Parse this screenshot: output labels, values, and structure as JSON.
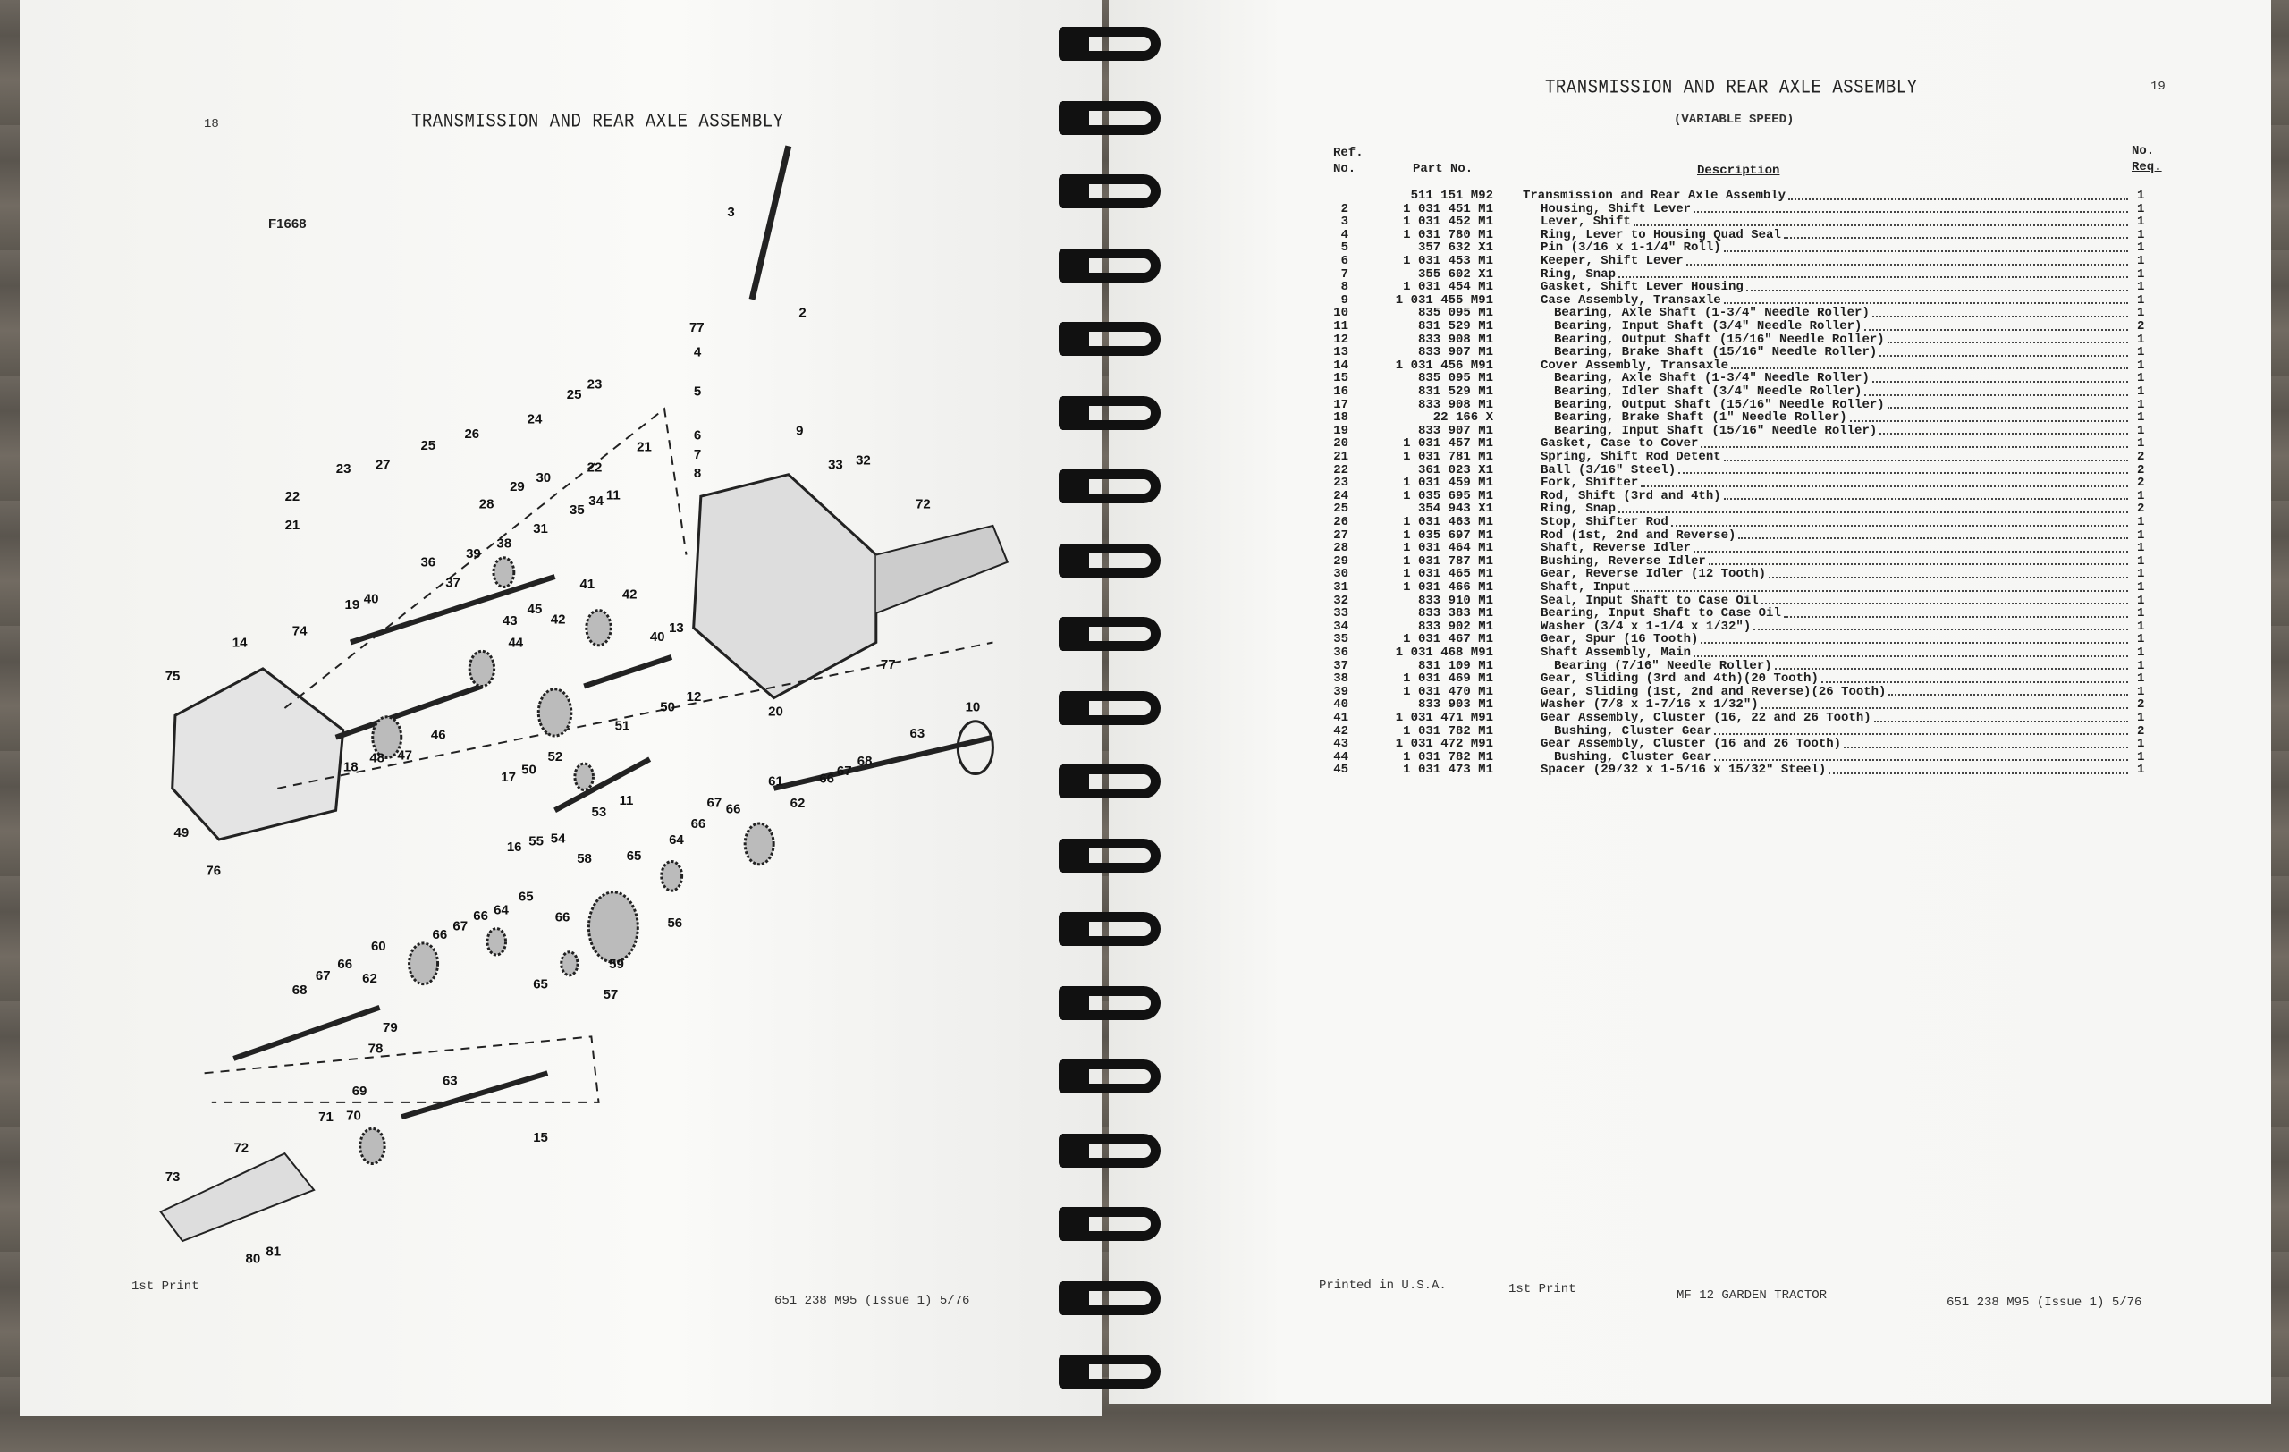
{
  "left_page": {
    "page_number": "18",
    "title": "TRANSMISSION AND REAR AXLE ASSEMBLY",
    "figure_id": "F1668",
    "footer_print": "1st Print",
    "footer_code": "651 238 M95 (Issue 1) 5/76",
    "callouts": [
      "3",
      "2",
      "77",
      "4",
      "5",
      "6",
      "7",
      "8",
      "9",
      "33",
      "32",
      "72",
      "77",
      "20",
      "10",
      "63",
      "25",
      "23",
      "24",
      "26",
      "25",
      "27",
      "23",
      "22",
      "21",
      "22",
      "21",
      "28",
      "29",
      "30",
      "31",
      "35",
      "34",
      "11",
      "36",
      "37",
      "39",
      "38",
      "19",
      "40",
      "41",
      "42",
      "45",
      "43",
      "44",
      "42",
      "40",
      "13",
      "14",
      "74",
      "75",
      "46",
      "47",
      "48",
      "18",
      "51",
      "50",
      "12",
      "17",
      "50",
      "52",
      "53",
      "11",
      "49",
      "76",
      "16",
      "55",
      "54",
      "58",
      "61",
      "62",
      "66",
      "67",
      "68",
      "65",
      "64",
      "66",
      "67",
      "66",
      "65",
      "66",
      "56",
      "59",
      "57",
      "60",
      "66",
      "67",
      "64",
      "66",
      "67",
      "66",
      "62",
      "65",
      "68",
      "78",
      "79",
      "71",
      "70",
      "69",
      "63",
      "15",
      "72",
      "73",
      "80",
      "81"
    ]
  },
  "right_page": {
    "page_number": "19",
    "title": "TRANSMISSION AND REAR AXLE ASSEMBLY",
    "subtitle": "(VARIABLE SPEED)",
    "headers": {
      "ref_line1": "Ref.",
      "ref_line2": "No.",
      "part": "Part No.",
      "description": "Description",
      "req_line1": "No.",
      "req_line2": "Req."
    },
    "rows": [
      {
        "ref": "",
        "part": "511 151 M92",
        "desc": "Transmission and Rear Axle Assembly",
        "indent": 0,
        "qty": "1"
      },
      {
        "ref": "2",
        "part": "1 031 451 M1",
        "desc": "Housing, Shift Lever",
        "indent": 1,
        "qty": "1"
      },
      {
        "ref": "3",
        "part": "1 031 452 M1",
        "desc": "Lever, Shift",
        "indent": 1,
        "qty": "1"
      },
      {
        "ref": "4",
        "part": "1 031 780 M1",
        "desc": "Ring, Lever to Housing Quad Seal",
        "indent": 1,
        "qty": "1"
      },
      {
        "ref": "5",
        "part": "357 632 X1",
        "desc": "Pin (3/16 x 1-1/4\" Roll)",
        "indent": 1,
        "qty": "1"
      },
      {
        "ref": "6",
        "part": "1 031 453 M1",
        "desc": "Keeper, Shift Lever",
        "indent": 1,
        "qty": "1"
      },
      {
        "ref": "7",
        "part": "355 602 X1",
        "desc": "Ring, Snap",
        "indent": 1,
        "qty": "1"
      },
      {
        "ref": "8",
        "part": "1 031 454 M1",
        "desc": "Gasket, Shift Lever Housing",
        "indent": 1,
        "qty": "1"
      },
      {
        "ref": "9",
        "part": "1 031 455 M91",
        "desc": "Case Assembly, Transaxle",
        "indent": 1,
        "qty": "1"
      },
      {
        "ref": "10",
        "part": "835 095 M1",
        "desc": "Bearing, Axle Shaft (1-3/4\" Needle Roller)",
        "indent": 2,
        "qty": "1"
      },
      {
        "ref": "11",
        "part": "831 529 M1",
        "desc": "Bearing, Input Shaft (3/4\" Needle Roller)",
        "indent": 2,
        "qty": "2"
      },
      {
        "ref": "12",
        "part": "833 908 M1",
        "desc": "Bearing, Output Shaft (15/16\" Needle Roller)",
        "indent": 2,
        "qty": "1"
      },
      {
        "ref": "13",
        "part": "833 907 M1",
        "desc": "Bearing, Brake Shaft (15/16\" Needle Roller)",
        "indent": 2,
        "qty": "1"
      },
      {
        "ref": "14",
        "part": "1 031 456 M91",
        "desc": "Cover Assembly, Transaxle",
        "indent": 1,
        "qty": "1"
      },
      {
        "ref": "15",
        "part": "835 095 M1",
        "desc": "Bearing, Axle Shaft (1-3/4\" Needle Roller)",
        "indent": 2,
        "qty": "1"
      },
      {
        "ref": "16",
        "part": "831 529 M1",
        "desc": "Bearing, Idler Shaft (3/4\" Needle Roller)",
        "indent": 2,
        "qty": "1"
      },
      {
        "ref": "17",
        "part": "833 908 M1",
        "desc": "Bearing, Output Shaft (15/16\" Needle Roller)",
        "indent": 2,
        "qty": "1"
      },
      {
        "ref": "18",
        "part": "22 166 X",
        "desc": "Bearing, Brake Shaft (1\" Needle Roller)",
        "indent": 2,
        "qty": "1"
      },
      {
        "ref": "19",
        "part": "833 907 M1",
        "desc": "Bearing, Input Shaft (15/16\" Needle Roller)",
        "indent": 2,
        "qty": "1"
      },
      {
        "ref": "20",
        "part": "1 031 457 M1",
        "desc": "Gasket, Case to Cover",
        "indent": 1,
        "qty": "1"
      },
      {
        "ref": "21",
        "part": "1 031 781 M1",
        "desc": "Spring, Shift Rod Detent",
        "indent": 1,
        "qty": "2"
      },
      {
        "ref": "22",
        "part": "361 023 X1",
        "desc": "Ball (3/16\" Steel)",
        "indent": 1,
        "qty": "2"
      },
      {
        "ref": "23",
        "part": "1 031 459 M1",
        "desc": "Fork, Shifter",
        "indent": 1,
        "qty": "2"
      },
      {
        "ref": "24",
        "part": "1 035 695 M1",
        "desc": "Rod, Shift (3rd and 4th)",
        "indent": 1,
        "qty": "1"
      },
      {
        "ref": "25",
        "part": "354 943 X1",
        "desc": "Ring, Snap",
        "indent": 1,
        "qty": "2"
      },
      {
        "ref": "26",
        "part": "1 031 463 M1",
        "desc": "Stop, Shifter Rod",
        "indent": 1,
        "qty": "1"
      },
      {
        "ref": "27",
        "part": "1 035 697 M1",
        "desc": "Rod (1st, 2nd and Reverse)",
        "indent": 1,
        "qty": "1"
      },
      {
        "ref": "28",
        "part": "1 031 464 M1",
        "desc": "Shaft, Reverse Idler",
        "indent": 1,
        "qty": "1"
      },
      {
        "ref": "29",
        "part": "1 031 787 M1",
        "desc": "Bushing, Reverse Idler",
        "indent": 1,
        "qty": "1"
      },
      {
        "ref": "30",
        "part": "1 031 465 M1",
        "desc": "Gear, Reverse Idler (12 Tooth)",
        "indent": 1,
        "qty": "1"
      },
      {
        "ref": "31",
        "part": "1 031 466 M1",
        "desc": "Shaft, Input",
        "indent": 1,
        "qty": "1"
      },
      {
        "ref": "32",
        "part": "833 910 M1",
        "desc": "Seal, Input Shaft to Case Oil",
        "indent": 1,
        "qty": "1"
      },
      {
        "ref": "33",
        "part": "833 383 M1",
        "desc": "Bearing, Input Shaft to Case Oil",
        "indent": 1,
        "qty": "1"
      },
      {
        "ref": "34",
        "part": "833 902 M1",
        "desc": "Washer (3/4 x 1-1/4 x 1/32\")",
        "indent": 1,
        "qty": "1"
      },
      {
        "ref": "35",
        "part": "1 031 467 M1",
        "desc": "Gear, Spur (16 Tooth)",
        "indent": 1,
        "qty": "1"
      },
      {
        "ref": "36",
        "part": "1 031 468 M91",
        "desc": "Shaft Assembly, Main",
        "indent": 1,
        "qty": "1"
      },
      {
        "ref": "37",
        "part": "831 109 M1",
        "desc": "Bearing (7/16\" Needle Roller)",
        "indent": 2,
        "qty": "1"
      },
      {
        "ref": "38",
        "part": "1 031 469 M1",
        "desc": "Gear, Sliding (3rd and 4th)(20 Tooth)",
        "indent": 1,
        "qty": "1"
      },
      {
        "ref": "39",
        "part": "1 031 470 M1",
        "desc": "Gear, Sliding (1st, 2nd and Reverse)(26 Tooth)",
        "indent": 1,
        "qty": "1"
      },
      {
        "ref": "40",
        "part": "833 903 M1",
        "desc": "Washer (7/8 x 1-7/16 x 1/32\")",
        "indent": 1,
        "qty": "2"
      },
      {
        "ref": "41",
        "part": "1 031 471 M91",
        "desc": "Gear Assembly, Cluster (16, 22 and 26 Tooth)",
        "indent": 1,
        "qty": "1"
      },
      {
        "ref": "42",
        "part": "1 031 782 M1",
        "desc": "Bushing, Cluster Gear",
        "indent": 2,
        "qty": "2"
      },
      {
        "ref": "43",
        "part": "1 031 472 M91",
        "desc": "Gear Assembly, Cluster (16 and 26 Tooth)",
        "indent": 1,
        "qty": "1"
      },
      {
        "ref": "44",
        "part": "1 031 782 M1",
        "desc": "Bushing, Cluster Gear",
        "indent": 2,
        "qty": "1"
      },
      {
        "ref": "45",
        "part": "1 031 473 M1",
        "desc": "Spacer (29/32 x 1-5/16 x 15/32\" Steel)",
        "indent": 1,
        "qty": "1"
      }
    ],
    "footer": {
      "printed": "Printed in U.S.A.",
      "print": "1st Print",
      "model": "MF 12 GARDEN TRACTOR",
      "code": "651 238 M95 (Issue 1) 5/76"
    }
  },
  "colors": {
    "paper": "#f7f7f5",
    "ink": "#1e1e1e",
    "binding": "#111111",
    "background": "#5f5a53"
  }
}
